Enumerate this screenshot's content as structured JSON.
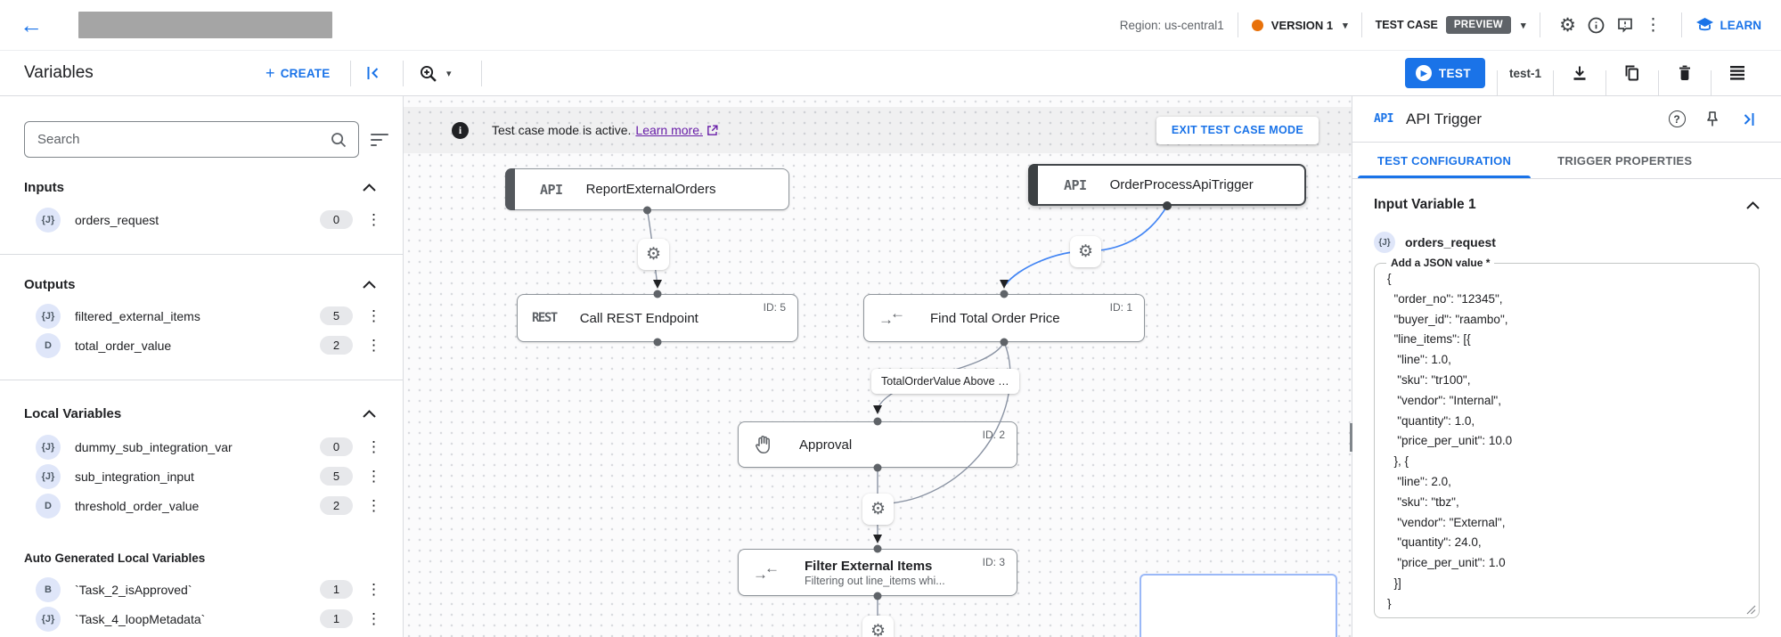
{
  "colors": {
    "accent": "#1a73e8",
    "edge_selected": "#4285f4",
    "version_dot": "#e8710a",
    "preview_badge_bg": "#5f6368"
  },
  "icons": {
    "plus": "+",
    "gear": "⚙",
    "kebab": "⋮",
    "caret": "▾",
    "play": "▶",
    "back": "←",
    "info_i": "i",
    "help_q": "?",
    "merge_right": "→",
    "merge_left": "←"
  },
  "topbar": {
    "region": "Region: us-central1",
    "version_label": "VERSION 1",
    "test_case_label": "TEST CASE",
    "preview_badge": "PREVIEW",
    "learn_label": "LEARN"
  },
  "toolbar": {
    "title": "Variables",
    "create_label": "CREATE",
    "test_label": "TEST",
    "test_name": "test-1"
  },
  "sidebar": {
    "search_placeholder": "Search",
    "sections": [
      {
        "title": "Inputs",
        "items": [
          {
            "icon": "{J}",
            "name": "orders_request",
            "count": "0"
          }
        ]
      },
      {
        "title": "Outputs",
        "items": [
          {
            "icon": "{J}",
            "name": "filtered_external_items",
            "count": "5"
          },
          {
            "icon": "D",
            "name": "total_order_value",
            "count": "2"
          }
        ]
      },
      {
        "title": "Local Variables",
        "items": [
          {
            "icon": "{J}",
            "name": "dummy_sub_integration_var",
            "count": "0"
          },
          {
            "icon": "{J}",
            "name": "sub_integration_input",
            "count": "5"
          },
          {
            "icon": "D",
            "name": "threshold_order_value",
            "count": "2"
          }
        ]
      },
      {
        "title": "Auto Generated Local Variables",
        "items": [
          {
            "icon": "B",
            "name": "`Task_2_isApproved`",
            "count": "1"
          },
          {
            "icon": "{J}",
            "name": "`Task_4_loopMetadata`",
            "count": "1"
          }
        ]
      }
    ]
  },
  "canvas": {
    "banner": {
      "text": "Test case mode is active.",
      "link": "Learn more.",
      "exit_button": "EXIT TEST CASE MODE"
    },
    "edge_label": "TotalOrderValue Above …",
    "nodes": [
      {
        "kind": "API",
        "title": "ReportExternalOrders"
      },
      {
        "kind": "API",
        "title": "OrderProcessApiTrigger"
      },
      {
        "kind": "REST",
        "title": "Call REST Endpoint",
        "id": "ID: 5"
      },
      {
        "kind": "mapping",
        "title": "Find Total Order Price",
        "id": "ID: 1"
      },
      {
        "kind": "approval",
        "title": "Approval",
        "id": "ID: 2"
      },
      {
        "kind": "mapping",
        "title": "Filter External Items",
        "subtitle": "Filtering out line_items whi...",
        "id": "ID: 3"
      }
    ]
  },
  "panel": {
    "icon_label": "API",
    "title": "API Trigger",
    "tabs": [
      {
        "label": "TEST CONFIGURATION"
      },
      {
        "label": "TRIGGER PROPERTIES"
      }
    ],
    "section_title": "Input Variable 1",
    "variable": {
      "icon": "{J}",
      "name": "orders_request"
    },
    "field_label": "Add a JSON value *",
    "json_value": "{\n  \"order_no\": \"12345\",\n  \"buyer_id\": \"raambo\",\n  \"line_items\": [{\n   \"line\": 1.0,\n   \"sku\": \"tr100\",\n   \"vendor\": \"Internal\",\n   \"quantity\": 1.0,\n   \"price_per_unit\": 10.0\n  }, {\n   \"line\": 2.0,\n   \"sku\": \"tbz\",\n   \"vendor\": \"External\",\n   \"quantity\": 24.0,\n   \"price_per_unit\": 1.0\n  }]\n}"
  }
}
